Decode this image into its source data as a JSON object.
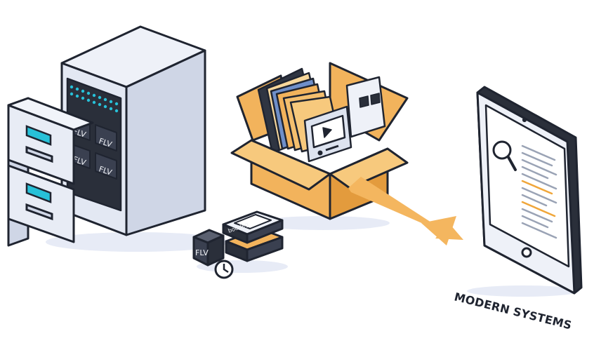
{
  "caption": "MODERN SYSTEMS",
  "file_labels": {
    "server_tile_1": "FLV",
    "server_tile_2": "FLV",
    "server_tile_3": "FLV",
    "server_tile_4": "FLV",
    "floor_cube": "FLV",
    "stack_label": "bootleg"
  },
  "icons": {
    "server": "server-rack-icon",
    "cabinet": "filing-cabinet-icon",
    "box": "open-cardboard-box-icon",
    "video": "video-player-icon",
    "clock": "clock-icon",
    "tablet": "tablet-icon",
    "search": "magnifier-icon",
    "arrow": "migration-arrow-icon"
  },
  "colors": {
    "outline": "#1f2430",
    "box": "#f2b35c",
    "box_dark": "#e39b3d",
    "arrow": "#f4b65f",
    "server_panel": "#dde3ef",
    "led": "#27c1d8",
    "screen_dark": "#2a2f3a",
    "highlight": "#f0a63a"
  }
}
